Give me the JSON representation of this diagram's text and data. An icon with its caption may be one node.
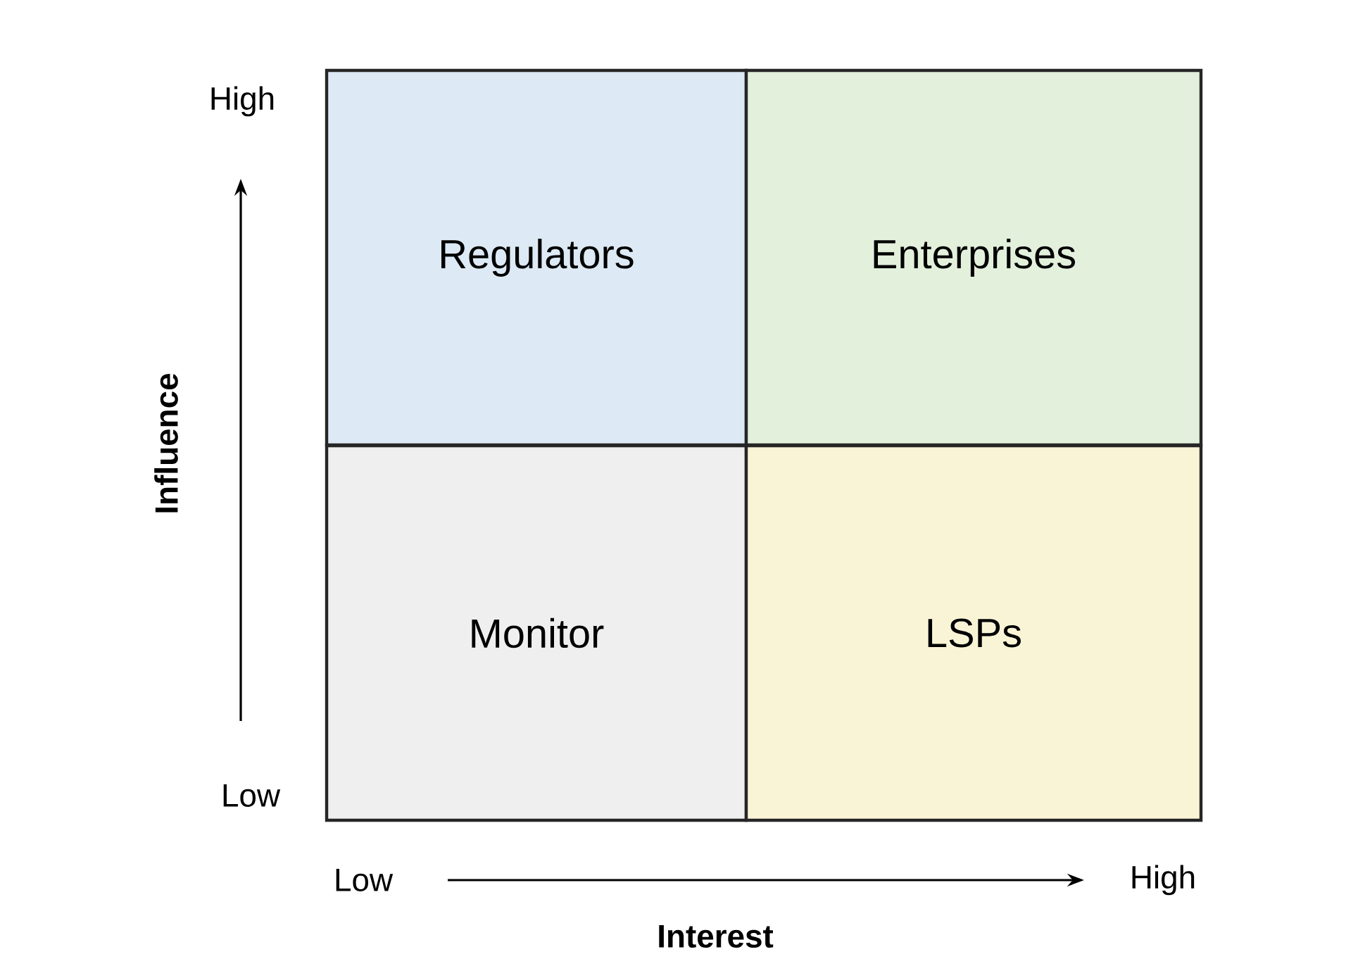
{
  "diagram": {
    "nodes": [
      {
        "text": [
          "Regulators"
        ]
      },
      {
        "text": [
          "Enterprises"
        ]
      },
      {
        "text": [
          "Monitor"
        ]
      },
      {
        "text": [
          "LSPs"
        ]
      }
    ],
    "labels": [
      "High",
      "Influence",
      "Low",
      "Low",
      "High",
      "Interest"
    ]
  }
}
